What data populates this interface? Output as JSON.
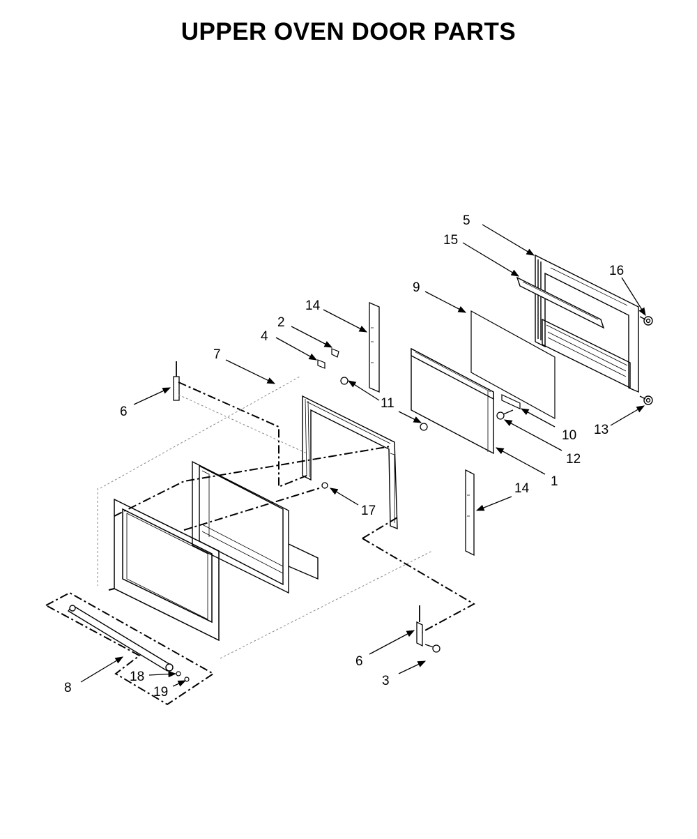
{
  "diagram": {
    "title": "UPPER OVEN DOOR PARTS",
    "callouts": [
      {
        "id": "c5",
        "label": "5"
      },
      {
        "id": "c15",
        "label": "15"
      },
      {
        "id": "c16",
        "label": "16"
      },
      {
        "id": "c9",
        "label": "9"
      },
      {
        "id": "c14a",
        "label": "14"
      },
      {
        "id": "c2",
        "label": "2"
      },
      {
        "id": "c4",
        "label": "4"
      },
      {
        "id": "c7",
        "label": "7"
      },
      {
        "id": "c6a",
        "label": "6"
      },
      {
        "id": "c11",
        "label": "11"
      },
      {
        "id": "c10",
        "label": "10"
      },
      {
        "id": "c12",
        "label": "12"
      },
      {
        "id": "c13",
        "label": "13"
      },
      {
        "id": "c1",
        "label": "1"
      },
      {
        "id": "c14b",
        "label": "14"
      },
      {
        "id": "c17",
        "label": "17"
      },
      {
        "id": "c6b",
        "label": "6"
      },
      {
        "id": "c3",
        "label": "3"
      },
      {
        "id": "c8",
        "label": "8"
      },
      {
        "id": "c18",
        "label": "18"
      },
      {
        "id": "c19",
        "label": "19"
      }
    ]
  }
}
